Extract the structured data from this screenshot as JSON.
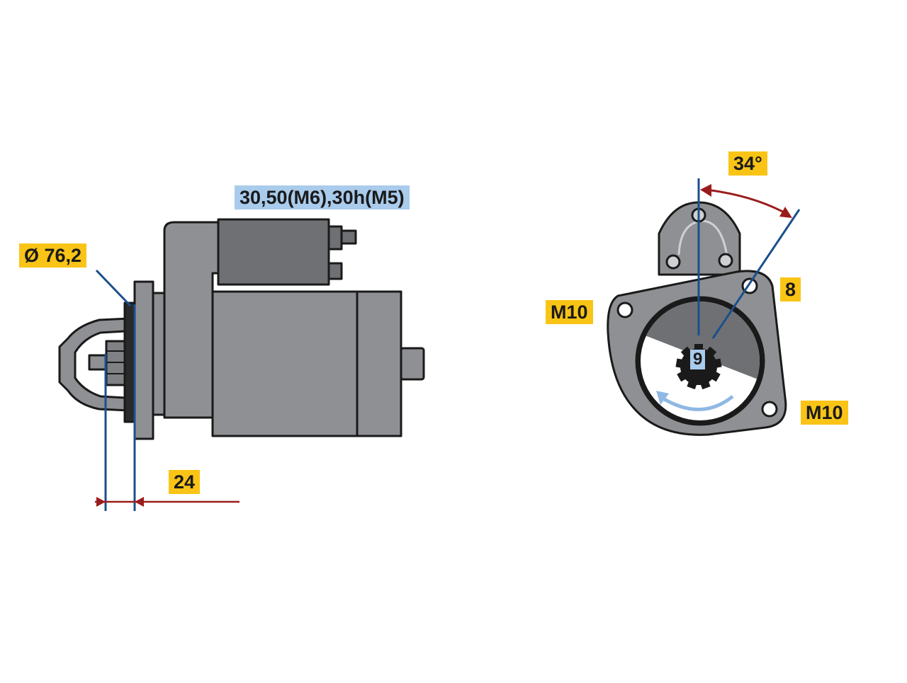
{
  "labels": {
    "solenoid_terminals": "30,50(M6),30h(M5)",
    "flange_diameter": "Ø 76,2",
    "pinion_offset": "24",
    "mount_angle": "34°",
    "hole_count": "8",
    "bolt_upper": "M10",
    "bolt_lower": "M10",
    "pinion_teeth": "9"
  },
  "colors": {
    "body": "#8e9093",
    "body_dark": "#6e7073",
    "outline": "#1a1a1a",
    "dimension_line": "#1b4f8c",
    "dimension_arrow": "#9b1c1c",
    "label_yellow": "#f9c416",
    "label_blue": "#a9cbec"
  }
}
